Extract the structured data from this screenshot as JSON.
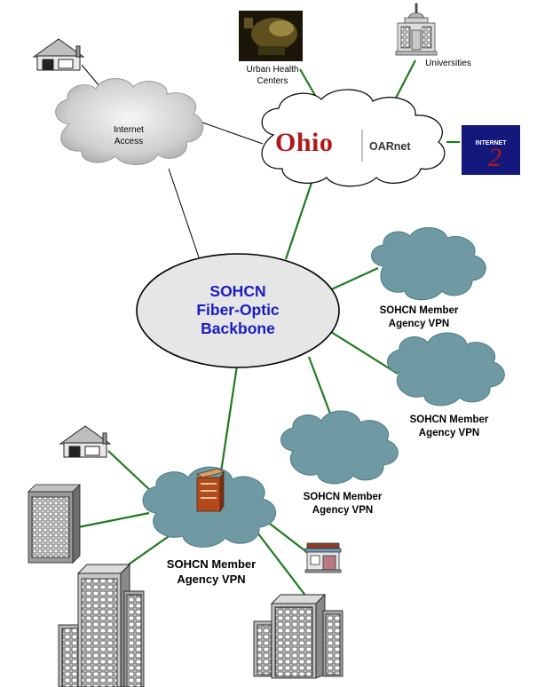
{
  "diagram": {
    "hub": {
      "lines": [
        "SOHCN",
        "Fiber-Optic",
        "Backbone"
      ]
    },
    "oarnet_cloud": {
      "ohio_text": "Ohio",
      "oarnet_text": "OARnet"
    },
    "internet_access": {
      "lines": [
        "Internet",
        "Access"
      ]
    },
    "urban_health": {
      "lines": [
        "Urban Health",
        "Centers"
      ]
    },
    "universities": {
      "label": "Universities"
    },
    "internet2": {
      "text": "INTERNET",
      "numeral": "2"
    },
    "vpn_clouds": [
      {
        "lines": [
          "SOHCN Member",
          "Agency VPN"
        ]
      },
      {
        "lines": [
          "SOHCN Member",
          "Agency VPN"
        ]
      },
      {
        "lines": [
          "SOHCN Member",
          "Agency VPN"
        ]
      },
      {
        "lines": [
          "SOHCN Member",
          "Agency VPN"
        ]
      }
    ],
    "colors": {
      "link_green": "#1f7a1f",
      "link_black": "#000000",
      "vpn_cloud": "#6f9aa3",
      "hub_fill": "#e6e6e6",
      "hub_text": "#1b1bc4",
      "ohio_red": "#b01818",
      "internet2_blue": "#14187c"
    }
  }
}
